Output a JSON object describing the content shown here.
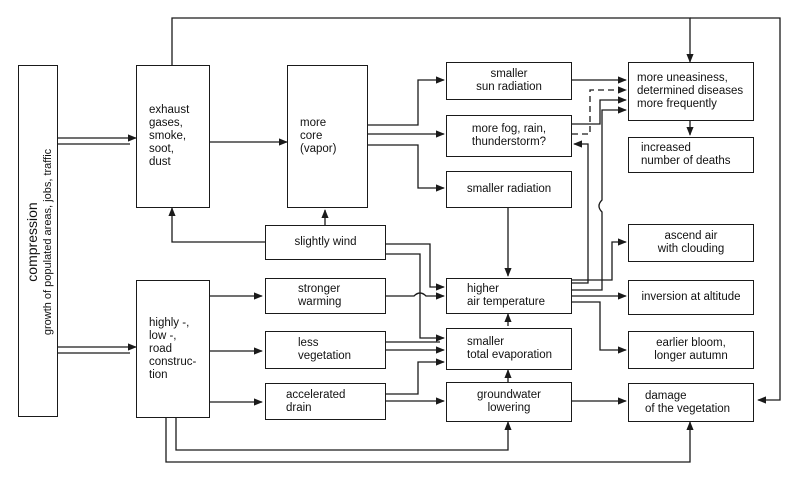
{
  "compression": {
    "title": "compression",
    "subtitle": "growth of populated areas, jobs, traffic"
  },
  "boxes": {
    "exhaust": "exhaust\ngases,\nsmoke,\nsoot,\ndust",
    "core": "more\ncore\n(vapor)",
    "sun_radiation": "smaller\nsun radiation",
    "fog_rain": "more fog, rain,\nthunderstorm?",
    "smaller_radiation": "smaller radiation",
    "uneasiness": "more uneasiness,\ndetermined diseases\nmore frequently",
    "deaths": "increased\nnumber of deaths",
    "slightly_wind": "slightly wind",
    "ascend_air": "ascend air\nwith clouding",
    "construction": "highly -,\nlow -,\nroad\nconstruc-\ntion",
    "stronger_warming": "stronger\nwarming",
    "higher_temp": "higher\nair temperature",
    "inversion": "inversion at altitude",
    "less_vegetation": "less\nvegetation",
    "smaller_evaporation": "smaller\ntotal evaporation",
    "earlier_bloom": "earlier bloom,\nlonger autumn",
    "accelerated_drain": "accelerated\ndrain",
    "groundwater": "groundwater\nlowering",
    "damage_vegetation": "damage\nof the vegetation"
  }
}
